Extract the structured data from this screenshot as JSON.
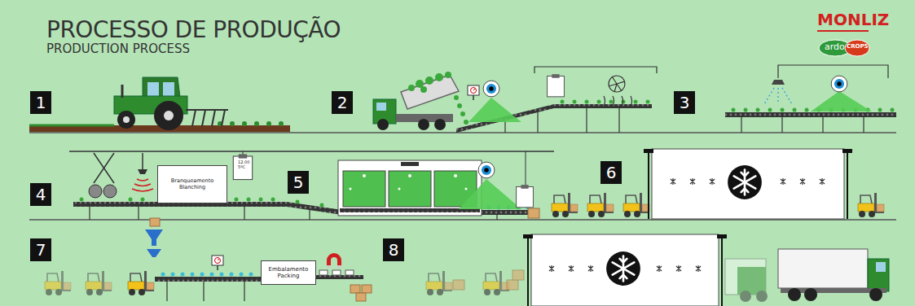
{
  "diagram": {
    "title": "PROCESSO DE PRODUÇÃO",
    "nodes": [
      {
        "text": [
          "Branqueamento Blanching"
        ]
      },
      {
        "text": [
          "Embalamento Packing"
        ]
      }
    ],
    "labels": [
      "PRODUCTION PROCESS",
      "MONLIZ",
      "ardo",
      "CROPS",
      "1",
      "2",
      "3",
      "4",
      "5",
      "6",
      "7",
      "8",
      "12.00",
      "5ºC"
    ]
  }
}
